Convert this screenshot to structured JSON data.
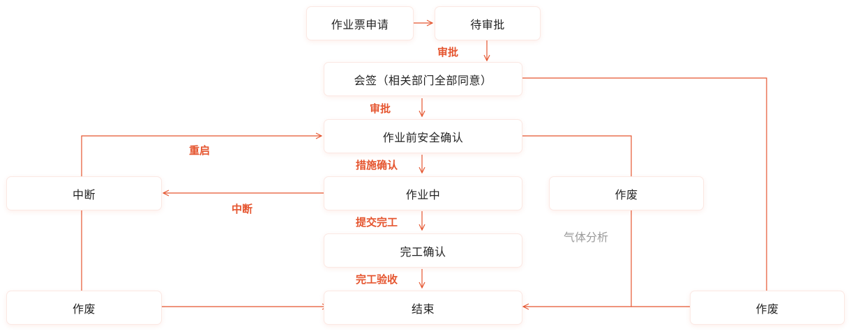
{
  "colors": {
    "accent": "#e5552f",
    "muted": "#9a9a9a",
    "text": "#222222"
  },
  "nodes": {
    "apply": "作业票申请",
    "pending": "待审批",
    "countersign": "会签（相关部门全部同意）",
    "safety": "作业前安全确认",
    "working": "作业中",
    "interrupt": "中断",
    "void_mid": "作废",
    "complete_confirm": "完工确认",
    "void_left": "作废",
    "end": "结束",
    "void_right": "作废"
  },
  "edges": {
    "approve1": "审批",
    "approve2": "审批",
    "restart": "重启",
    "measure_confirm": "措施确认",
    "interrupt": "中断",
    "submit_complete": "提交完工",
    "gas_analysis": "气体分析",
    "acceptance": "完工验收"
  }
}
